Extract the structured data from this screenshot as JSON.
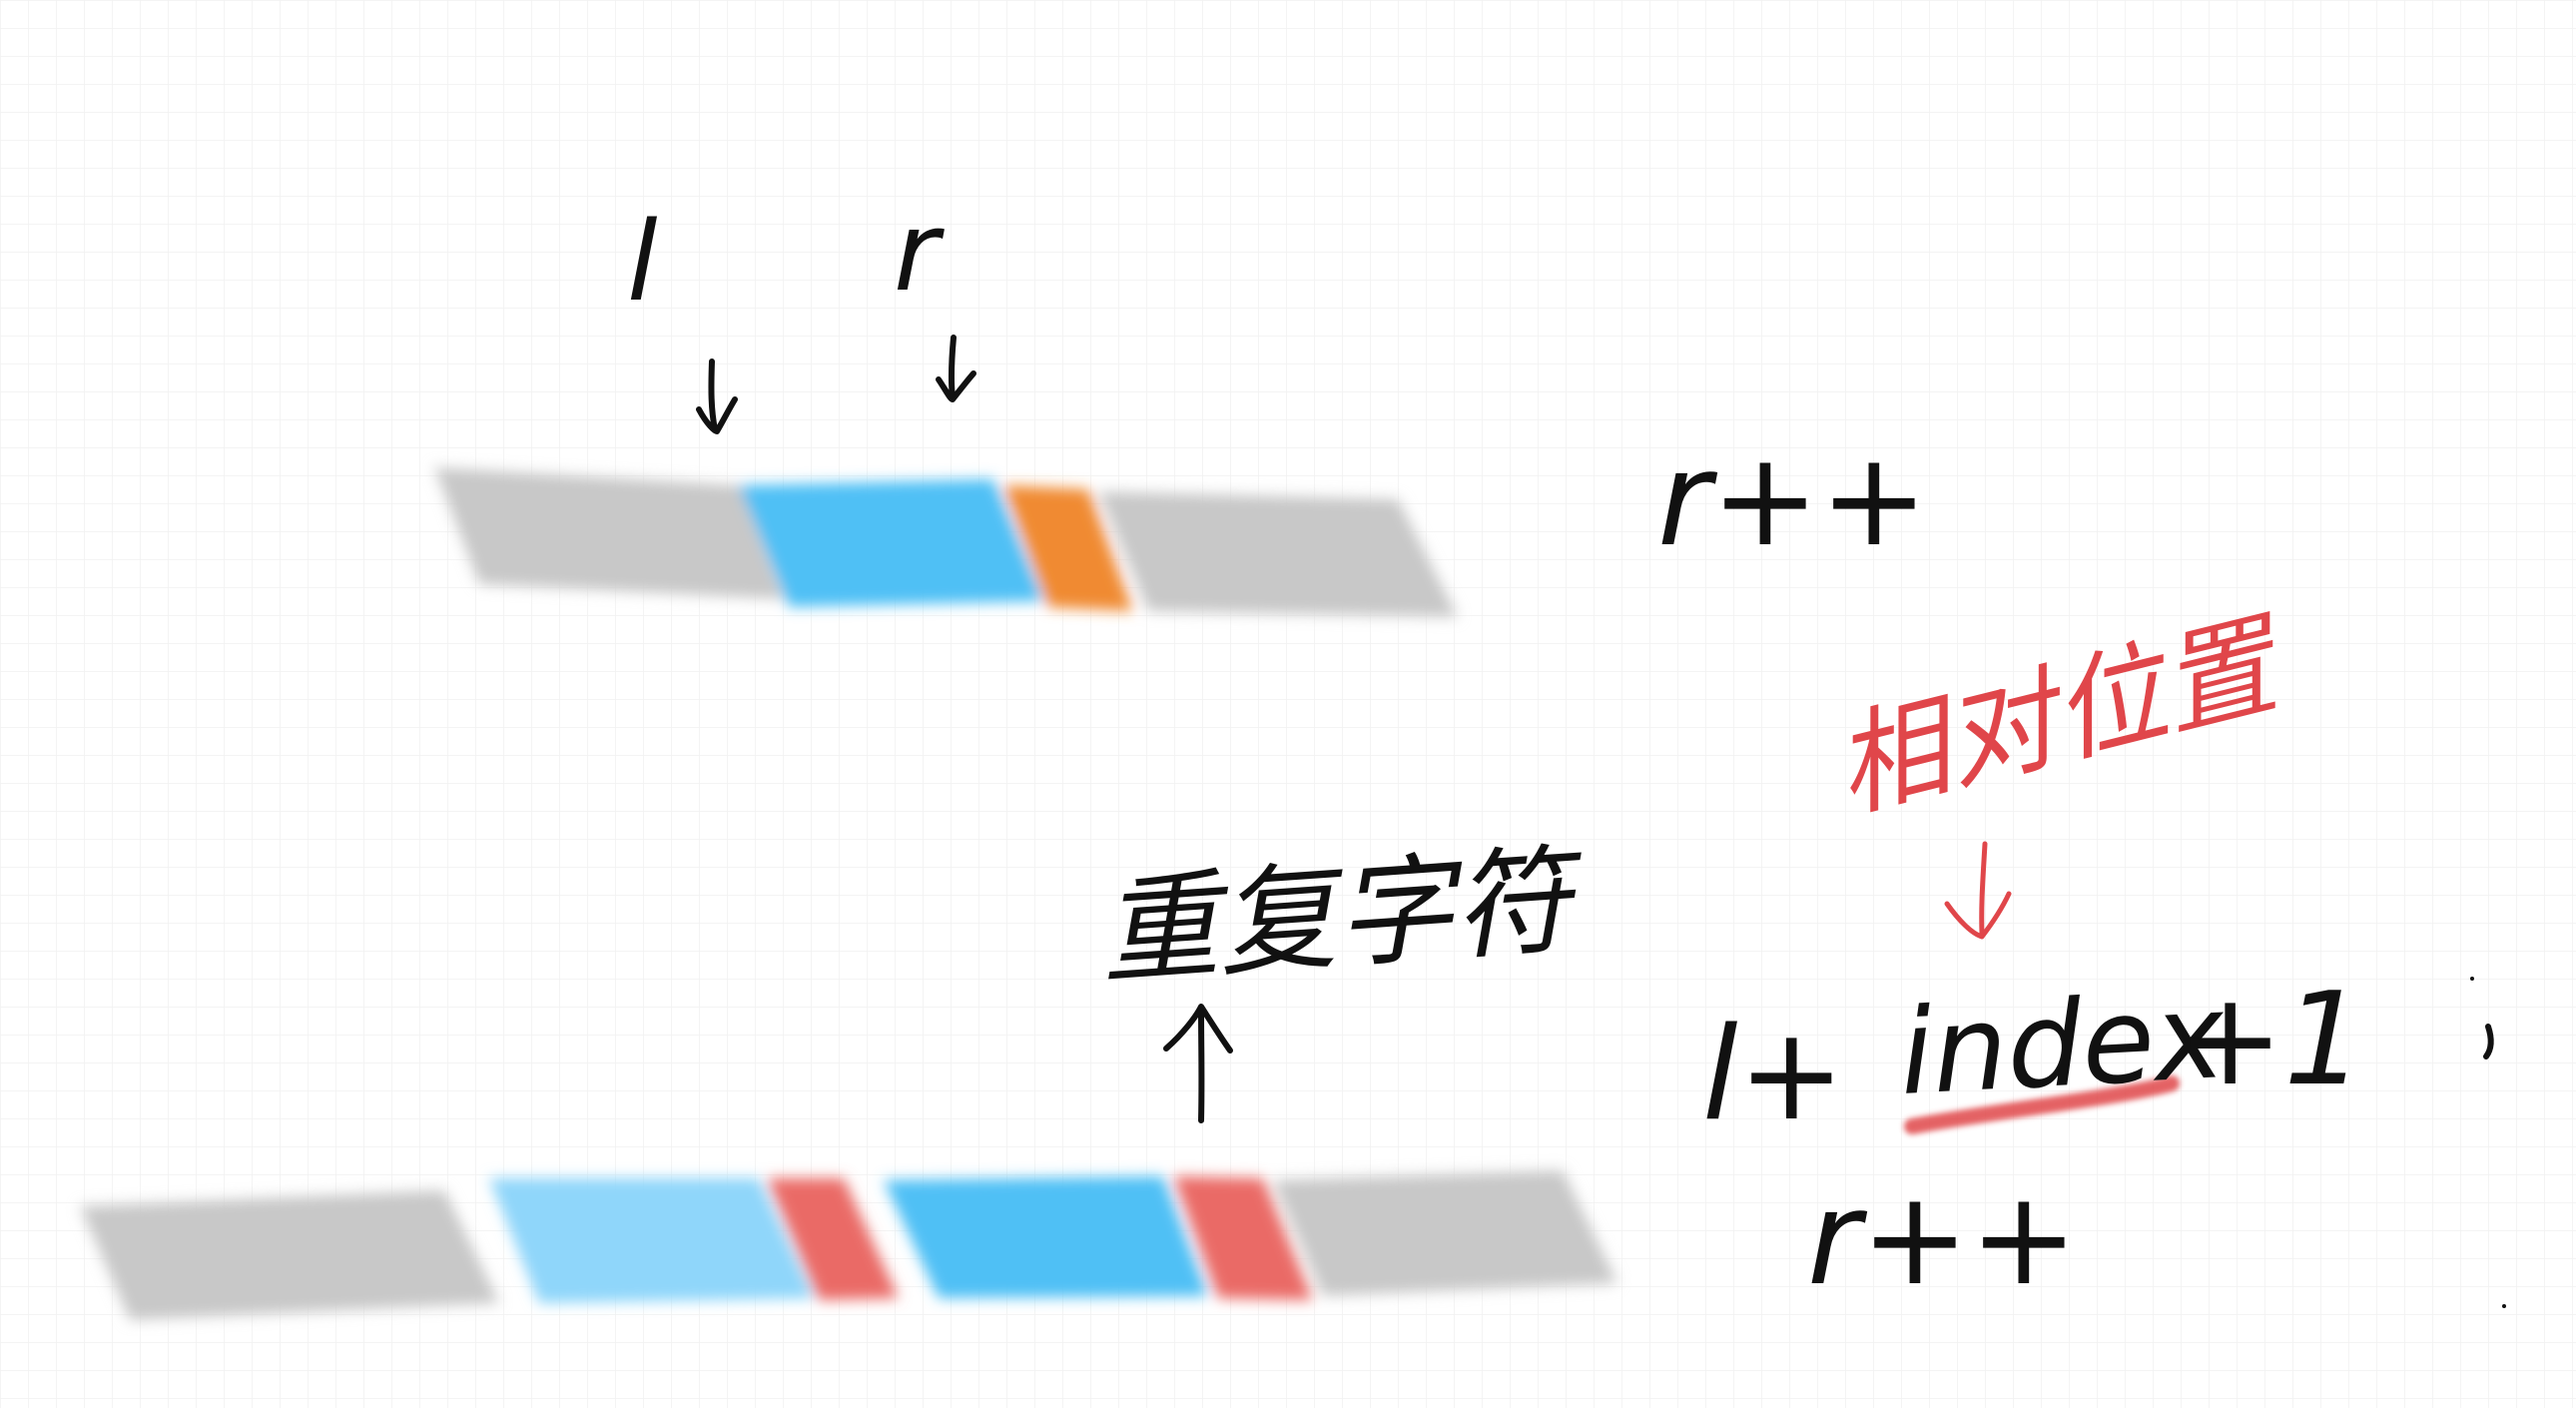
{
  "diagram": {
    "colors": {
      "background": "#ffffff",
      "grid": "#f0f0f0",
      "gray_segment": "#c8c8c8",
      "blue_segment": "#4fc0f5",
      "light_blue_segment": "#8fd6fa",
      "orange_segment": "#f08a32",
      "red_segment": "#ea6a66",
      "ink": "#111111",
      "red_ink": "#e0464a"
    },
    "top_strip": {
      "segments": [
        "gray",
        "blue",
        "orange",
        "gray"
      ]
    },
    "bottom_strip": {
      "segments": [
        "gray",
        "light-blue",
        "red",
        "blue",
        "red",
        "gray"
      ]
    },
    "labels": {
      "left_pointer": "l",
      "right_pointer": "r",
      "top_step": "r++",
      "repeat_char": "重复字符",
      "relative_position": "相对位置",
      "formula_l": "l+",
      "formula_index": "index",
      "formula_tail": "+1",
      "bottom_step": "r++"
    }
  }
}
